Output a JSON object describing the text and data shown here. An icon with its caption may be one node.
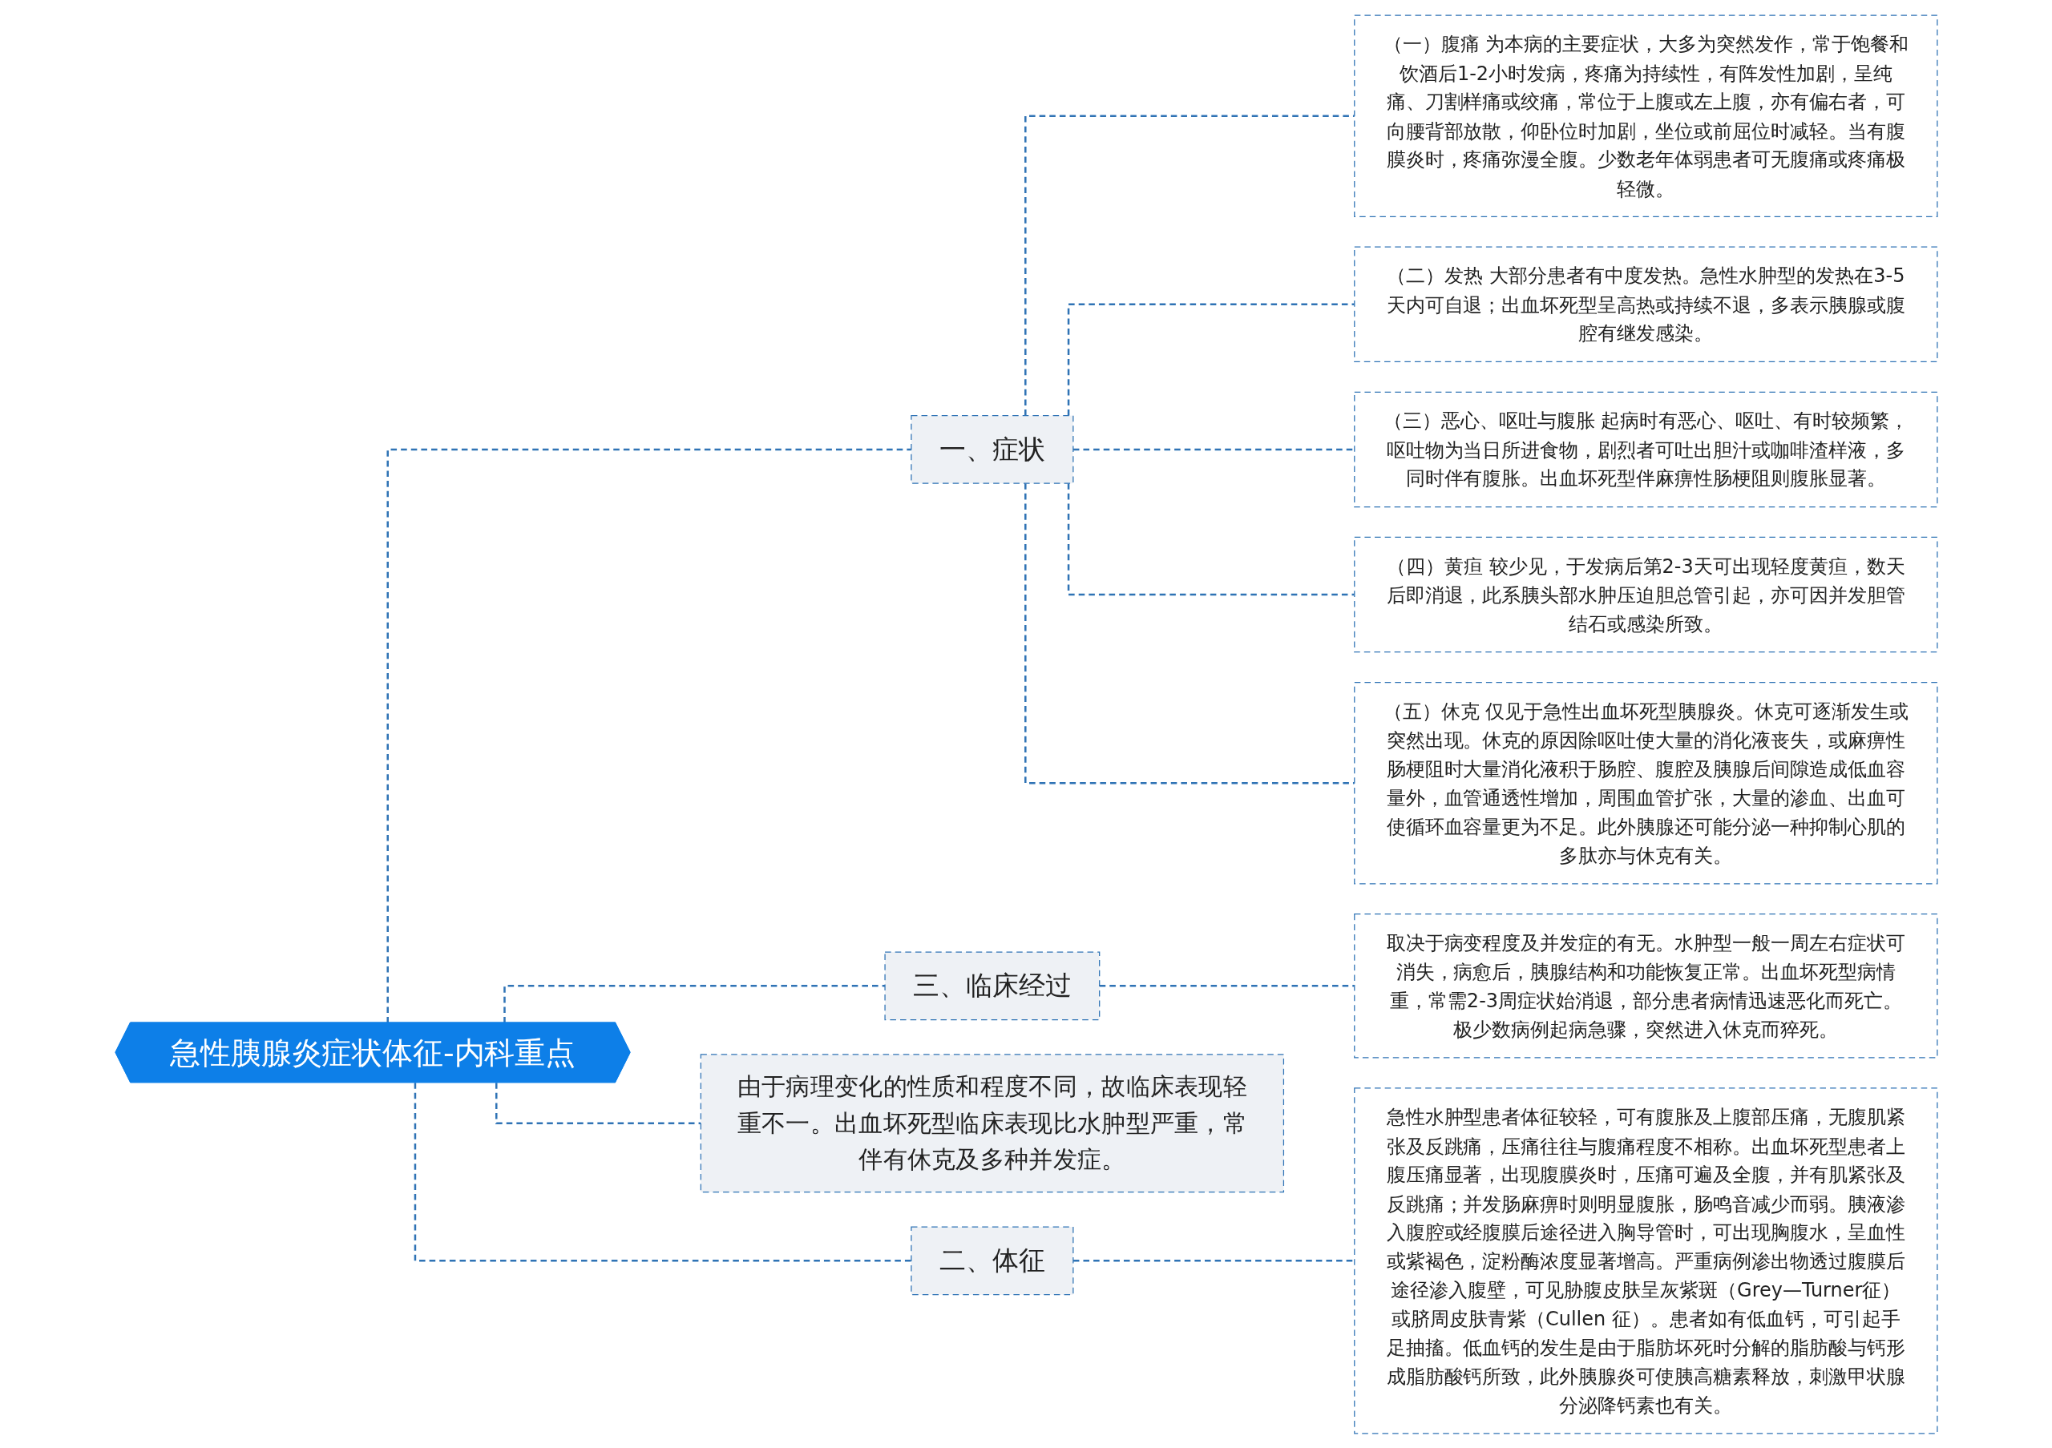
{
  "diagram": {
    "nodes": [
      {
        "text": [
          "急性胰腺炎症状体征-内科重点"
        ]
      },
      {
        "text": [
          "一、症状"
        ]
      },
      {
        "text": [
          "（一）腹痛 为本病的主要症状，大多为突然发作，常于饱餐和饮酒后1-2小时发病，疼痛为持续性，有阵发性加剧，呈纯痛、刀割样痛或绞痛，常位于上腹或左上腹，亦有偏右者，可向腰背部放散，仰卧位时加剧，坐位或前屈位时减轻。当有腹膜炎时，疼痛弥漫全腹。少数老年体弱患者可无腹痛或疼痛极轻微。"
        ]
      },
      {
        "text": [
          "（二）发热 大部分患者有中度发热。急性水肿型的发热在3-5天内可自退；出血坏死型呈高热或持续不退，多表示胰腺或腹腔有继发感染。"
        ]
      },
      {
        "text": [
          "（三）恶心、呕吐与腹胀 起病时有恶心、呕吐、有时较频繁，呕吐物为当日所进食物，剧烈者可吐出胆汁或咖啡渣样液，多同时伴有腹胀。出血坏死型伴麻痹性肠梗阻则腹胀显著。"
        ]
      },
      {
        "text": [
          "（四）黄疸 较少见，于发病后第2-3天可出现轻度黄疸，数天后即消退，此系胰头部水肿压迫胆总管引起，亦可因并发胆管结石或感染所致。"
        ]
      },
      {
        "text": [
          "（五）休克 仅见于急性出血坏死型胰腺炎。休克可逐渐发生或突然出现。休克的原因除呕吐使大量的消化液丧失，或麻痹性肠梗阻时大量消化液积于肠腔、腹腔及胰腺后间隙造成低血容量外，血管通透性增加，周围血管扩张，大量的渗血、出血可使循环血容量更为不足。此外胰腺还可能分泌一种抑制心肌的多肽亦与休克有关。"
        ]
      },
      {
        "text": [
          "三、临床经过"
        ]
      },
      {
        "text": [
          "取决于病变程度及并发症的有无。水肿型一般一周左右症状可消失，病愈后，胰腺结构和功能恢复正常。出血坏死型病情重，常需2-3周症状始消退，部分患者病情迅速恶化而死亡。极少数病例起病急骤，突然进入休克而猝死。"
        ]
      },
      {
        "text": [
          "由于病理变化的性质和程度不同，故临床表现轻重不一。出血坏死型临床表现比水肿型严重，常伴有休克及多种并发症。"
        ]
      },
      {
        "text": [
          "二、体征"
        ]
      },
      {
        "text": [
          "急性水肿型患者体征较轻，可有腹胀及上腹部压痛，无腹肌紧张及反跳痛，压痛往往与腹痛程度不相称。出血坏死型患者上腹压痛显著，出现腹膜炎时，压痛可遍及全腹，并有肌紧张及反跳痛；并发肠麻痹时则明显腹胀，肠鸣音减少而弱。胰液渗入腹腔或经腹膜后途径进入胸导管时，可出现胸腹水，呈血性或紫褐色，淀粉酶浓度显著增高。严重病例渗出物透过腹膜后途径渗入腹壁，可见胁腹皮肤呈灰紫斑（Grey—Turner征）或脐周皮肤青紫（Cullen 征）。患者如有低血钙，可引起手足抽搐。低血钙的发生是由于脂肪坏死时分解的脂肪酸与钙形成脂肪酸钙所致，此外胰腺炎可使胰高糖素释放，刺激甲状腺分泌降钙素也有关。"
        ]
      }
    ],
    "edges": [
      {
        "from": 0,
        "to": 1,
        "arrow": "none",
        "style": "dashed"
      },
      {
        "from": 1,
        "to": 2,
        "arrow": "none",
        "style": "dashed"
      },
      {
        "from": 1,
        "to": 3,
        "arrow": "none",
        "style": "dashed"
      },
      {
        "from": 1,
        "to": 4,
        "arrow": "none",
        "style": "dashed"
      },
      {
        "from": 1,
        "to": 5,
        "arrow": "none",
        "style": "dashed"
      },
      {
        "from": 1,
        "to": 6,
        "arrow": "none",
        "style": "dashed"
      },
      {
        "from": 0,
        "to": 7,
        "arrow": "none",
        "style": "dashed"
      },
      {
        "from": 7,
        "to": 8,
        "arrow": "none",
        "style": "dashed"
      },
      {
        "from": 0,
        "to": 9,
        "arrow": "none",
        "style": "dashed"
      },
      {
        "from": 0,
        "to": 10,
        "arrow": "none",
        "style": "dashed"
      },
      {
        "from": 10,
        "to": 11,
        "arrow": "none",
        "style": "dashed"
      }
    ]
  }
}
